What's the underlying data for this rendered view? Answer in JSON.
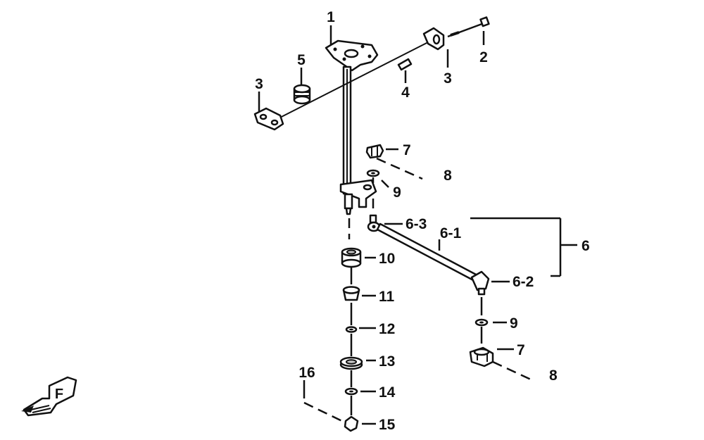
{
  "callouts": {
    "c1": "1",
    "c2": "2",
    "c3a": "3",
    "c3b": "3",
    "c4": "4",
    "c5": "5",
    "c6": "6",
    "c6_1": "6-1",
    "c6_2": "6-2",
    "c6_3": "6-3",
    "c7a": "7",
    "c7b": "7",
    "c8a": "8",
    "c8b": "8",
    "c9a": "9",
    "c9b": "9",
    "c10": "10",
    "c11": "11",
    "c12": "12",
    "c13": "13",
    "c14": "14",
    "c15": "15",
    "c16": "16"
  },
  "direction_badge": "F",
  "colors": {
    "ink": "#111111",
    "background": "#ffffff"
  }
}
